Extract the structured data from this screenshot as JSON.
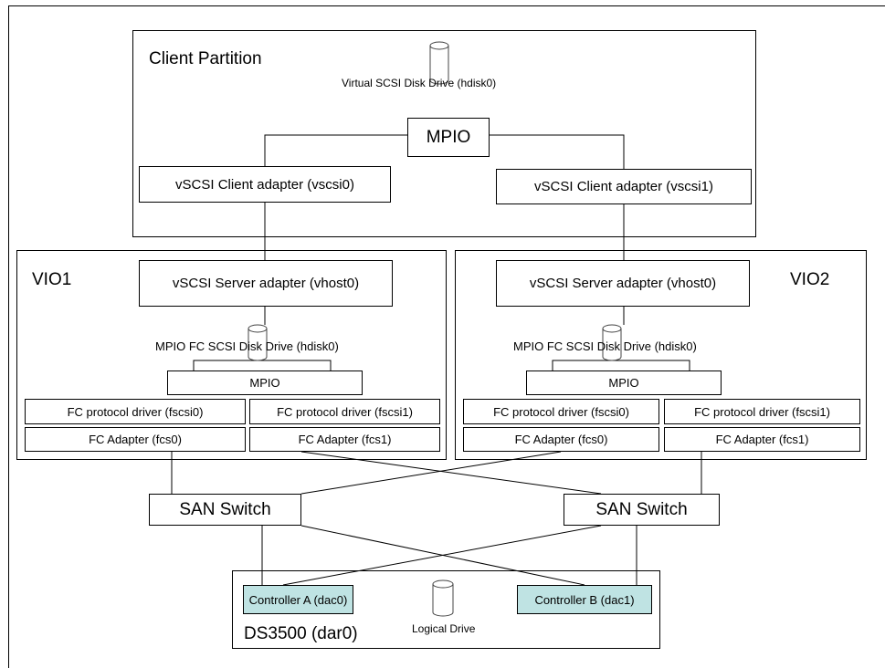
{
  "client": {
    "title": "Client Partition",
    "disk_label": "Virtual SCSI Disk Drive (hdisk0)",
    "mpio": "MPIO",
    "adapter0": "vSCSI Client adapter (vscsi0)",
    "adapter1": "vSCSI Client adapter (vscsi1)"
  },
  "vio1": {
    "title": "VIO1",
    "server_adapter": "vSCSI Server adapter (vhost0)",
    "disk_label": "MPIO FC SCSI Disk Drive (hdisk0)",
    "mpio": "MPIO",
    "fc_driver0": "FC protocol driver (fscsi0)",
    "fc_driver1": "FC protocol driver (fscsi1)",
    "fc_adapter0": "FC Adapter (fcs0)",
    "fc_adapter1": "FC Adapter (fcs1)"
  },
  "vio2": {
    "title": "VIO2",
    "server_adapter": "vSCSI Server adapter (vhost0)",
    "disk_label": "MPIO FC SCSI Disk Drive (hdisk0)",
    "mpio": "MPIO",
    "fc_driver0": "FC protocol driver (fscsi0)",
    "fc_driver1": "FC protocol driver (fscsi1)",
    "fc_adapter0": "FC Adapter (fcs0)",
    "fc_adapter1": "FC Adapter (fcs1)"
  },
  "san": {
    "switch_left": "SAN Switch",
    "switch_right": "SAN Switch"
  },
  "storage": {
    "title": "DS3500 (dar0)",
    "controller_a": "Controller A (dac0)",
    "controller_b": "Controller B (dac1)",
    "logical_drive": "Logical Drive"
  },
  "colors": {
    "controller_fill": "#bfe3e3",
    "line": "#000000"
  }
}
